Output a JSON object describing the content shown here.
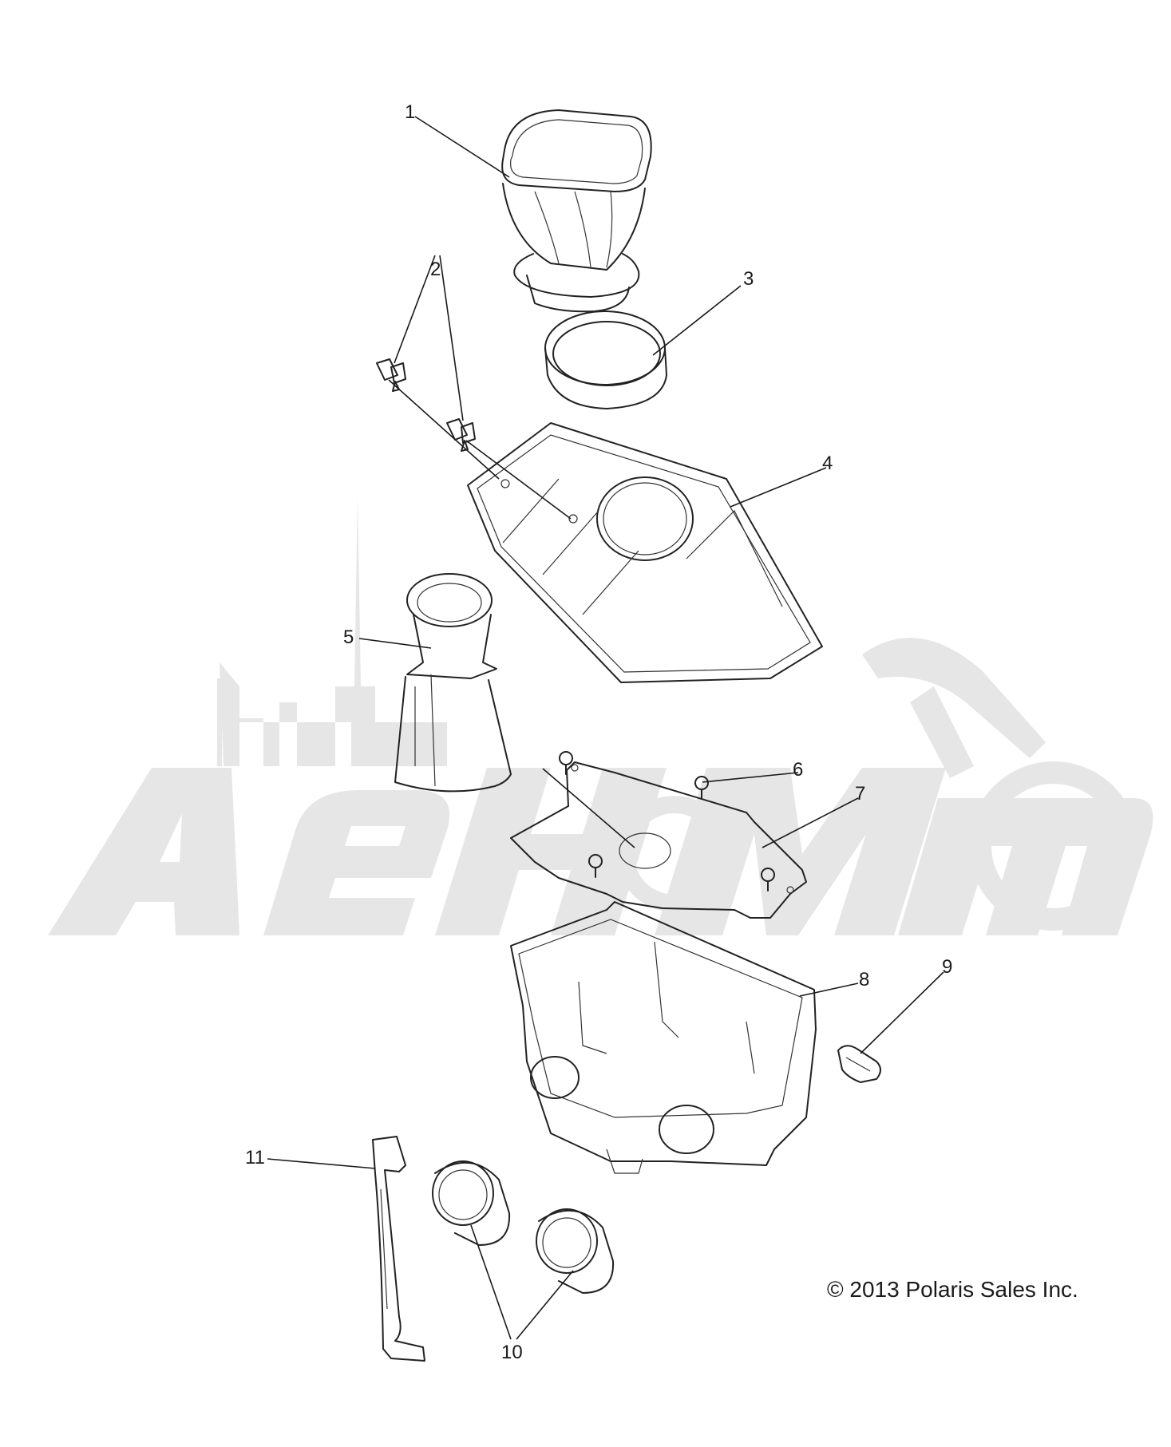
{
  "diagram": {
    "watermark_text": "АеНМото",
    "callouts": [
      {
        "id": "1",
        "label": "1"
      },
      {
        "id": "2",
        "label": "2"
      },
      {
        "id": "3",
        "label": "3"
      },
      {
        "id": "4",
        "label": "4"
      },
      {
        "id": "5",
        "label": "5"
      },
      {
        "id": "6",
        "label": "6"
      },
      {
        "id": "7",
        "label": "7"
      },
      {
        "id": "8",
        "label": "8"
      },
      {
        "id": "9",
        "label": "9"
      },
      {
        "id": "10",
        "label": "10"
      },
      {
        "id": "11",
        "label": "11"
      }
    ],
    "copyright": "© 2013 Polaris Sales Inc."
  }
}
